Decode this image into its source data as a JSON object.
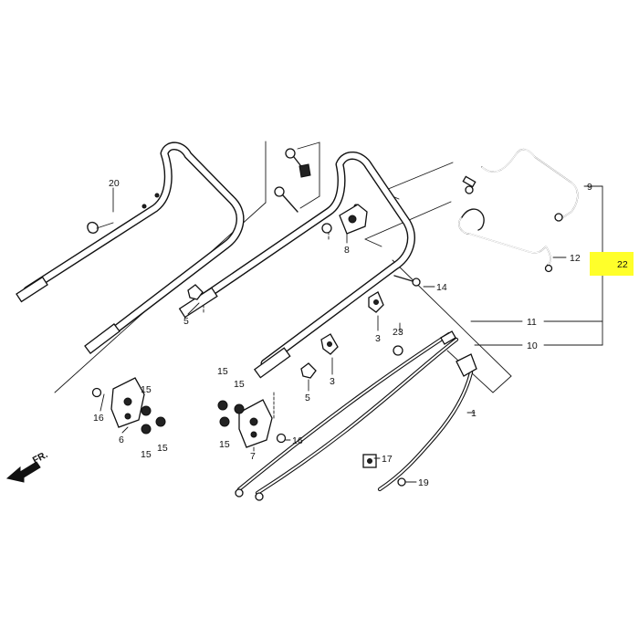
{
  "labels": {
    "p1": "1",
    "p3a": "3",
    "p3b": "3",
    "p5a": "5",
    "p5b": "5",
    "p6": "6",
    "p7": "7",
    "p8": "8",
    "p9": "9",
    "p10": "10",
    "p11": "11",
    "p12": "12",
    "p14": "14",
    "p15a": "15",
    "p15b": "15",
    "p15c": "15",
    "p15d": "15",
    "p15e": "15",
    "p15f": "15",
    "p16a": "16",
    "p16b": "16",
    "p17": "17",
    "p19": "19",
    "p20": "20",
    "p22": "22",
    "p23": "23"
  },
  "direction": {
    "label": "FR."
  },
  "colors": {
    "highlight": "#ffff2a",
    "ink": "#111111"
  }
}
